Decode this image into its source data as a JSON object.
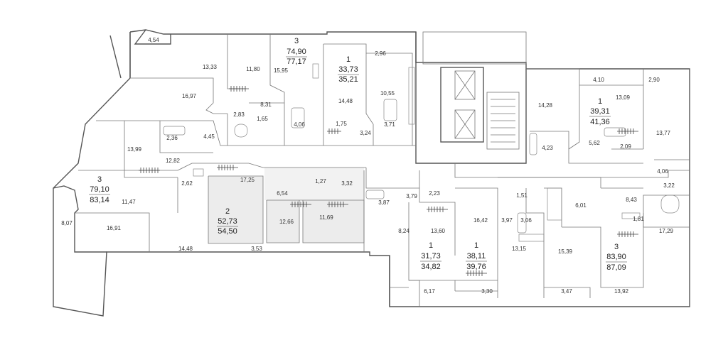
{
  "colors": {
    "wall": "#555555",
    "highlight": "#ececec",
    "background": "#ffffff",
    "text": "#333333"
  },
  "apartments": [
    {
      "rooms": "3",
      "area_living": "74,90",
      "area_total": "77,17"
    },
    {
      "rooms": "1",
      "area_living": "33,73",
      "area_total": "35,21"
    },
    {
      "rooms": "1",
      "area_living": "39,31",
      "area_total": "41,36"
    },
    {
      "rooms": "3",
      "area_living": "79,10",
      "area_total": "83,14"
    },
    {
      "rooms": "2",
      "area_living": "52,73",
      "area_total": "54,50"
    },
    {
      "rooms": "1",
      "area_living": "31,73",
      "area_total": "34,82"
    },
    {
      "rooms": "1",
      "area_living": "38,11",
      "area_total": "39,76"
    },
    {
      "rooms": "3",
      "area_living": "83,90",
      "area_total": "87,09"
    }
  ],
  "rooms": [
    "4,54",
    "13,33",
    "11,80",
    "15,95",
    "2,96",
    "16,97",
    "8,31",
    "14,48",
    "10,55",
    "4,10",
    "2,90",
    "13,09",
    "14,28",
    "2,83",
    "1,65",
    "4,06",
    "1,75",
    "3,24",
    "3,71",
    "13,77",
    "2,36",
    "4,45",
    "5,62",
    "2,09",
    "4,23",
    "13,99",
    "12,82",
    "4,06",
    "17,25",
    "6,54",
    "1,27",
    "3,32",
    "2,62",
    "11,47",
    "2,23",
    "3,79",
    "1,51",
    "3,22",
    "8,43",
    "3,87",
    "6,01",
    "16,91",
    "8,07",
    "12,66",
    "11,69",
    "16,42",
    "3,97",
    "3,06",
    "1,81",
    "17,29",
    "13,60",
    "8,24",
    "14,48",
    "3,53",
    "13,15",
    "15,39",
    "6,17",
    "3,30",
    "3,47",
    "13,92"
  ]
}
